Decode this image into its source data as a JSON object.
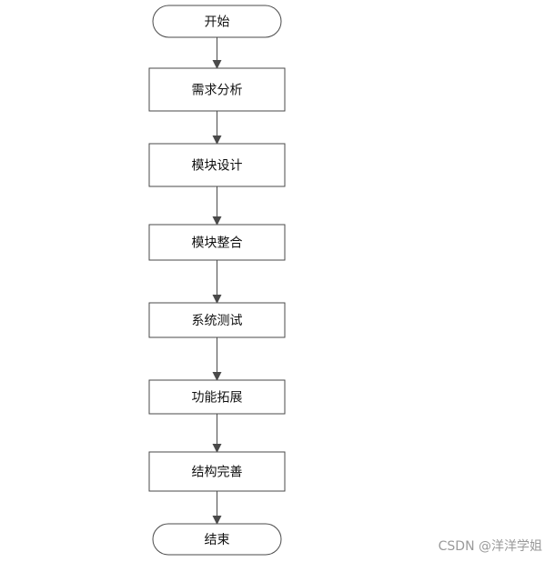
{
  "flowchart": {
    "nodes": [
      {
        "label": "开始",
        "shape": "terminator"
      },
      {
        "label": "需求分析",
        "shape": "process"
      },
      {
        "label": "模块设计",
        "shape": "process"
      },
      {
        "label": "模块整合",
        "shape": "process"
      },
      {
        "label": "系统测试",
        "shape": "process"
      },
      {
        "label": "功能拓展",
        "shape": "process"
      },
      {
        "label": "结构完善",
        "shape": "process"
      },
      {
        "label": "结束",
        "shape": "terminator"
      }
    ],
    "colors": {
      "stroke": "#4a4a4a",
      "fill": "#ffffff",
      "arrow": "#4a4a4a"
    }
  },
  "watermark": "CSDN @洋洋学姐"
}
